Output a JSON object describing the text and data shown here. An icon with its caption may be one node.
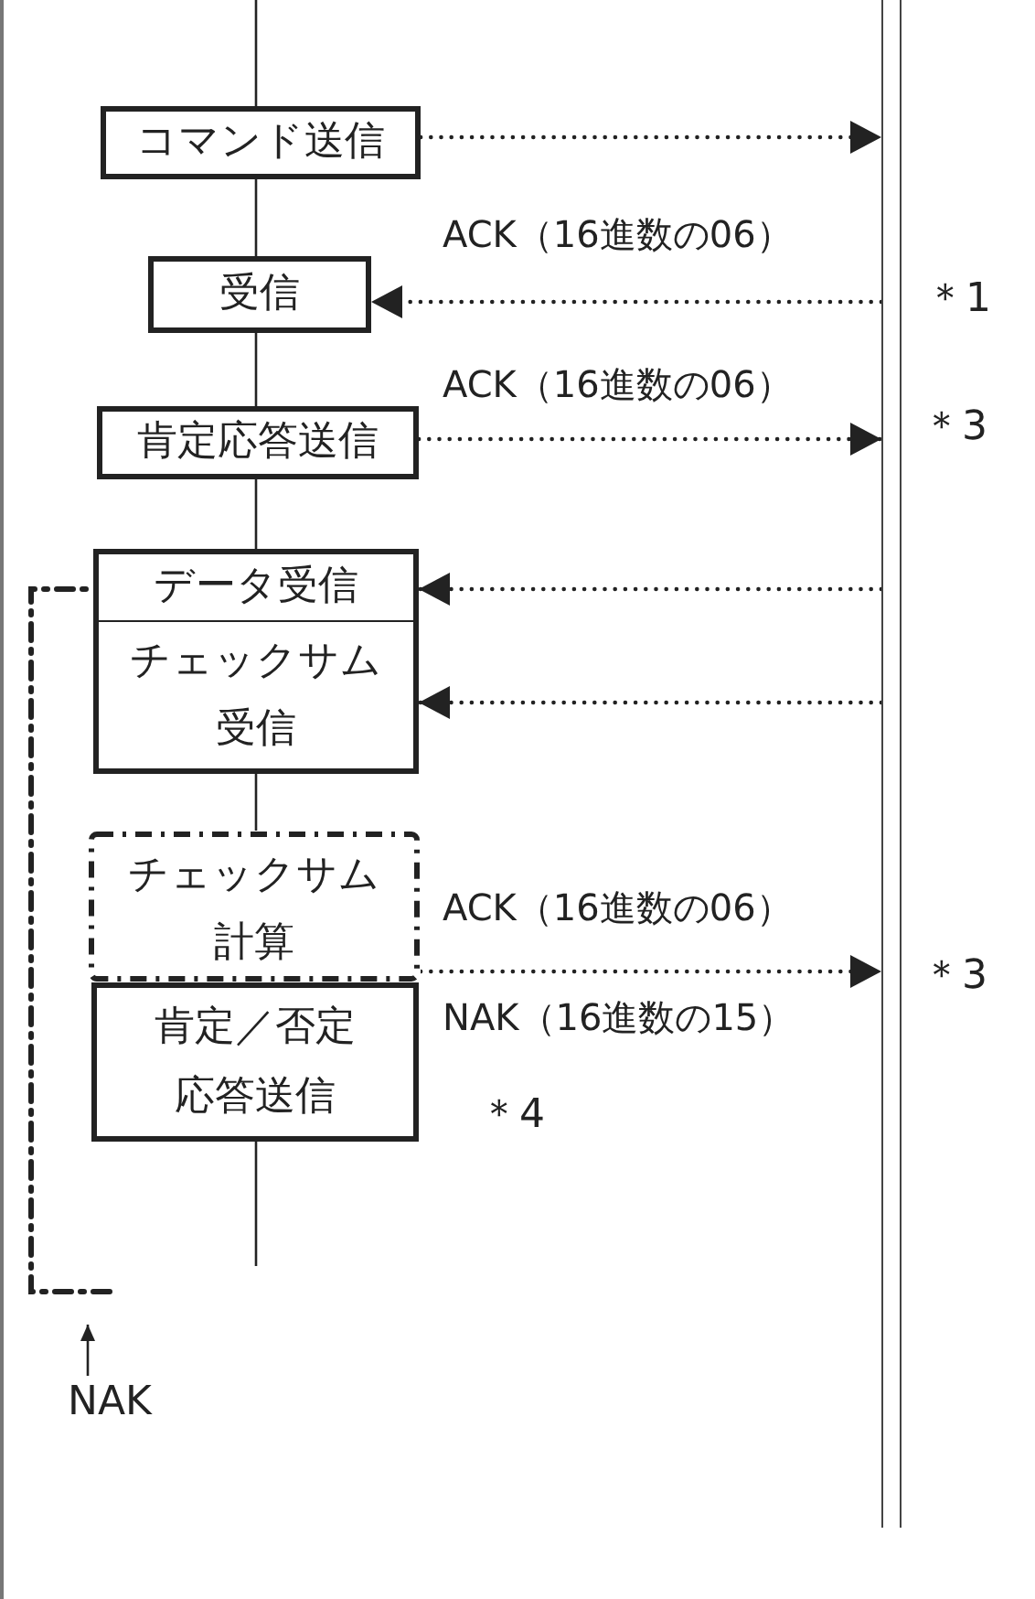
{
  "diagram": {
    "nodes": [
      {
        "text": [
          "コマンド送信"
        ]
      },
      {
        "text": [
          "受信"
        ]
      },
      {
        "text": [
          "肯定応答送信"
        ]
      },
      {
        "text": [
          "データ受信"
        ]
      },
      {
        "text": [
          "チェックサム受信"
        ]
      },
      {
        "text": [
          "チェックサム計算"
        ]
      },
      {
        "text": [
          "肯定／否定応答送信"
        ]
      },
      {
        "text": [],
        "shape": "bar"
      },
      {
        "text": [
          "NAK"
        ]
      }
    ],
    "edges": [
      {
        "from": null,
        "to": 0,
        "arrow": "none"
      },
      {
        "from": 0,
        "to": 7,
        "arrow": "to",
        "style": "dashed"
      },
      {
        "from": 0,
        "to": 1,
        "arrow": "none"
      },
      {
        "from": 7,
        "to": 1,
        "arrow": "to",
        "style": "dashed",
        "label": "ACK（16進数の06）"
      },
      {
        "from": 1,
        "to": 2,
        "arrow": "none"
      },
      {
        "from": 2,
        "to": 7,
        "arrow": "to",
        "style": "dashed",
        "label": "ACK（16進数の06）"
      },
      {
        "from": 2,
        "to": 3,
        "arrow": "none"
      },
      {
        "from": 7,
        "to": 3,
        "arrow": "to",
        "style": "dashed"
      },
      {
        "from": 7,
        "to": 4,
        "arrow": "to",
        "style": "dashed"
      },
      {
        "from": 4,
        "to": 5,
        "arrow": "none"
      },
      {
        "from": 5,
        "to": 7,
        "arrow": "to",
        "style": "dashed",
        "label": "ACK（16進数の06）"
      },
      {
        "from": 6,
        "to": null,
        "arrow": "none"
      },
      {
        "from": null,
        "to": 3,
        "arrow": "none",
        "style": "dashed"
      },
      {
        "from": 8,
        "to": null,
        "arrow": "to"
      }
    ],
    "labels": [
      "＊1",
      "＊3",
      "NAK（16進数の15）",
      "＊3",
      "＊4"
    ]
  }
}
